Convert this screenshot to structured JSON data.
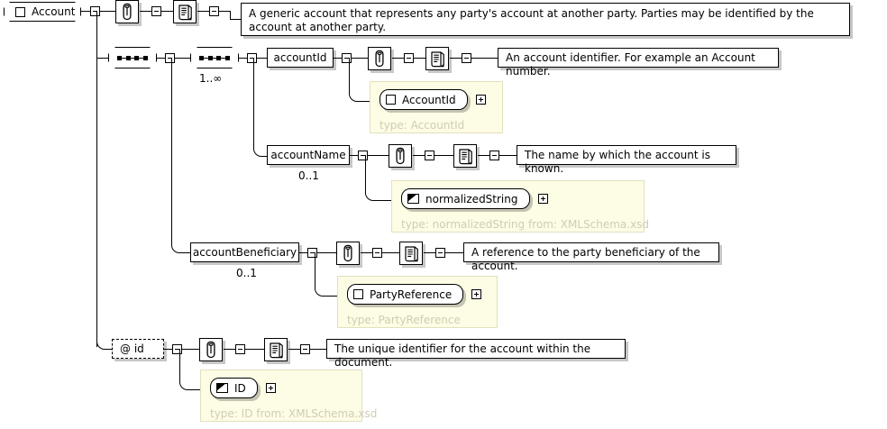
{
  "diagram": {
    "title": "Account",
    "kind": "xml-schema-tree"
  },
  "root": {
    "label": "Account",
    "icon": "complex-type-square-icon",
    "toggle": "minus",
    "annotation_icon": "paperclip-icon",
    "documentation_icon": "documentation-scroll-icon",
    "documentation": "A generic account that represents any party's account at another party. Parties may be identified by the account at another party."
  },
  "sequences": [
    {
      "name": "outer-sequence",
      "icon": "sequence-icon",
      "cardinality": ""
    },
    {
      "name": "inner-sequence",
      "icon": "sequence-icon",
      "cardinality": "1..∞"
    }
  ],
  "elements": [
    {
      "label": "accountId",
      "cardinality": "",
      "toggle": "minus",
      "annotation_icon": "paperclip-icon",
      "documentation_icon": "documentation-scroll-icon",
      "documentation": "An account identifier. For example an Account number.",
      "type_panel": {
        "ref_label": "AccountId",
        "ref_icon": "complex-type-square-icon",
        "expand": "plus",
        "caption": "type: AccountId"
      }
    },
    {
      "label": "accountName",
      "cardinality": "0..1",
      "toggle": "minus",
      "annotation_icon": "paperclip-icon",
      "documentation_icon": "documentation-scroll-icon",
      "documentation": "The name by which the account is known.",
      "type_panel": {
        "ref_label": "normalizedString",
        "ref_icon": "simple-type-icon",
        "expand": "plus",
        "caption": "type: normalizedString from: XMLSchema.xsd"
      }
    },
    {
      "label": "accountBeneficiary",
      "cardinality": "0..1",
      "toggle": "minus",
      "annotation_icon": "paperclip-icon",
      "documentation_icon": "documentation-scroll-icon",
      "documentation": "A reference to the party beneficiary of the account.",
      "type_panel": {
        "ref_label": "PartyReference",
        "ref_icon": "complex-type-square-icon",
        "expand": "plus",
        "caption": "type: PartyReference"
      }
    }
  ],
  "attributes": [
    {
      "label": "@ id",
      "toggle": "minus",
      "annotation_icon": "paperclip-icon",
      "documentation_icon": "documentation-scroll-icon",
      "documentation": "The unique identifier for the account within the document.",
      "type_panel": {
        "ref_label": "ID",
        "ref_icon": "simple-type-icon",
        "expand": "plus",
        "caption": "type: ID from: XMLSchema.xsd"
      }
    }
  ],
  "colors": {
    "type_panel_bg": "#fdfce4",
    "type_panel_border": "#e3e0bf",
    "type_caption": "#cfcdb2",
    "line": "#000000",
    "node_bg": "#ffffff"
  }
}
